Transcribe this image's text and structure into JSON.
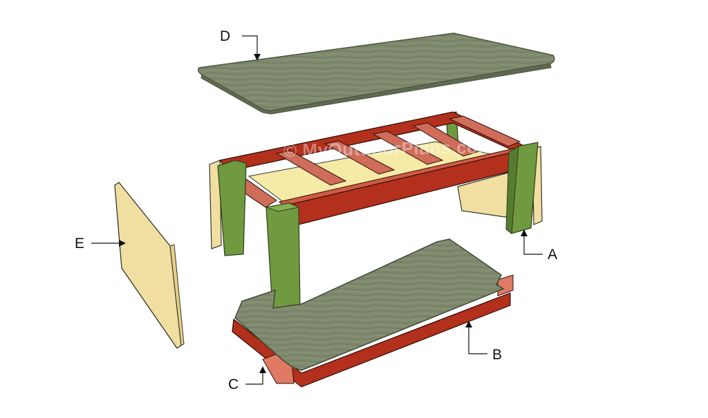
{
  "watermark": "© MyOutdoorPlans.com",
  "labels": {
    "a": "A",
    "b": "B",
    "c": "C",
    "d": "D",
    "e": "E"
  },
  "colors": {
    "tabletop_wood": "#7f8a6e",
    "frame_red": "#b2301c",
    "slat_salmon": "#cf6c5a",
    "leg_green": "#6f9a3f",
    "panel_tan": "#f0dfa0",
    "shelf_inner": "#f5eaa6"
  }
}
